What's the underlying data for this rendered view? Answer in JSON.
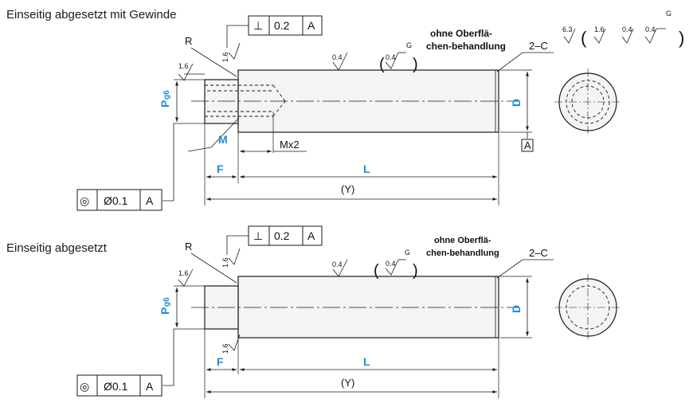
{
  "drawing1": {
    "title": "Einseitig abgesetzt mit Gewinde",
    "label_r": "R",
    "surface_shoulder": "1.6",
    "surface_step": "1.6",
    "surface_body": "0.4",
    "surface_bracket": "0.4",
    "g_symbol": "G",
    "note_line1": "ohne Oberflä-",
    "note_line2": "chen-behandlung",
    "chamfer": "2–C",
    "dim_p": "P",
    "dim_p_sub": "g6",
    "dim_d": "D",
    "dim_m": "M",
    "dim_mx2": "Mx2",
    "dim_f": "F",
    "dim_l": "L",
    "dim_y": "(Y)",
    "perp_symbol": "⊥",
    "perp_value": "0.2",
    "perp_datum": "A",
    "conc_symbol": "◎",
    "conc_value": "Ø0.1",
    "conc_datum": "A",
    "datum_a": "A",
    "legend_63": "6.3",
    "legend_16": "1.6",
    "legend_04a": "0.4",
    "legend_04b": "0.4",
    "legend_g": "G"
  },
  "drawing2": {
    "title": "Einseitig abgesetzt",
    "label_r": "R",
    "surface_shoulder": "1.6",
    "surface_step": "1.6",
    "surface_face": "1.6",
    "surface_body": "0.4",
    "surface_bracket": "0.4",
    "g_symbol": "G",
    "note_line1": "ohne Oberflä-",
    "note_line2": "chen-behandlung",
    "chamfer": "2–C",
    "dim_p": "P",
    "dim_p_sub": "g6",
    "dim_d": "D",
    "dim_f": "F",
    "dim_l": "L",
    "dim_y": "(Y)",
    "perp_symbol": "⊥",
    "perp_value": "0.2",
    "perp_datum": "A",
    "conc_symbol": "◎",
    "conc_value": "Ø0.1",
    "conc_datum": "A"
  },
  "colors": {
    "line": "#1a1a1a",
    "accent_blue": "#1a8fd6",
    "fill_body": "#f4f4f4",
    "fill_hatch": "#e2e2e2"
  }
}
